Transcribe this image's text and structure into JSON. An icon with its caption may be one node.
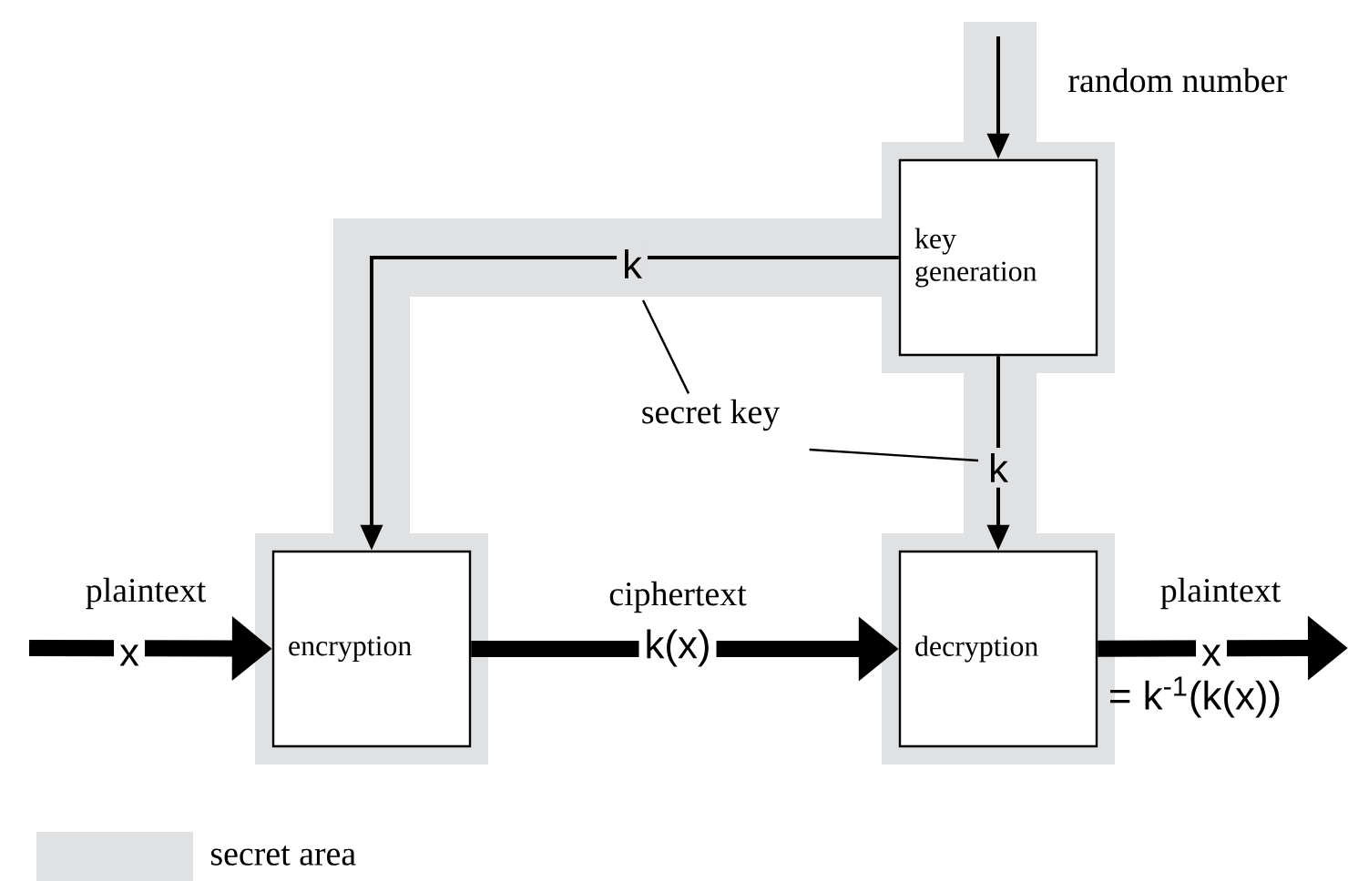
{
  "diagram": {
    "nodes": [
      {
        "text": [
          "key generation"
        ]
      },
      {
        "text": [
          "encryption"
        ]
      },
      {
        "text": [
          "decryption"
        ]
      },
      {
        "text": [
          "secret key"
        ]
      }
    ],
    "edges": [
      {
        "from": null,
        "to": 0,
        "arrow": "to",
        "label": "random number"
      },
      {
        "from": 0,
        "to": 1,
        "arrow": "to",
        "label": "k"
      },
      {
        "from": 0,
        "to": 2,
        "arrow": "to",
        "label": "k"
      },
      {
        "from": null,
        "to": 1,
        "arrow": "to",
        "label": "x",
        "style": "thick"
      },
      {
        "from": 1,
        "to": 2,
        "arrow": "to",
        "label": "k(x)",
        "style": "thick"
      },
      {
        "from": 2,
        "to": null,
        "arrow": "to",
        "label": "x",
        "style": "thick"
      },
      {
        "from": 3,
        "to": null,
        "arrow": "none"
      },
      {
        "from": 3,
        "to": null,
        "arrow": "none"
      }
    ],
    "labels": [
      "plaintext",
      "ciphertext",
      "plaintext",
      "= k$^{-1}$(k(x))"
    ],
    "legend": [
      {
        "text": "secret area",
        "color": "#e0e1e3"
      }
    ]
  }
}
